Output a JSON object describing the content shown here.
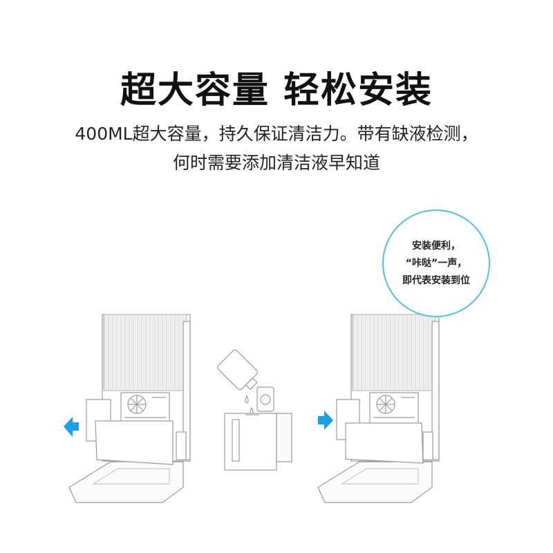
{
  "header": {
    "title": "超大容量 轻松安装",
    "subtitle_lines": [
      "400ML超大容量，持久保证清洁力。带有缺液检测，",
      "何时需要添加清洁液早知道"
    ]
  },
  "callout": {
    "lines": [
      "安装便利，",
      "“咔哒”一声，",
      "即代表安装到位"
    ]
  },
  "colors": {
    "accent_arrow": "#1aa0e8",
    "callout_border": "#4fc0ec",
    "line_art": "#9a9a9a"
  },
  "icons": {
    "remove_arrow": "arrow-left-icon",
    "insert_arrow": "arrow-right-icon",
    "pour_bottle": "bottle-icon"
  }
}
